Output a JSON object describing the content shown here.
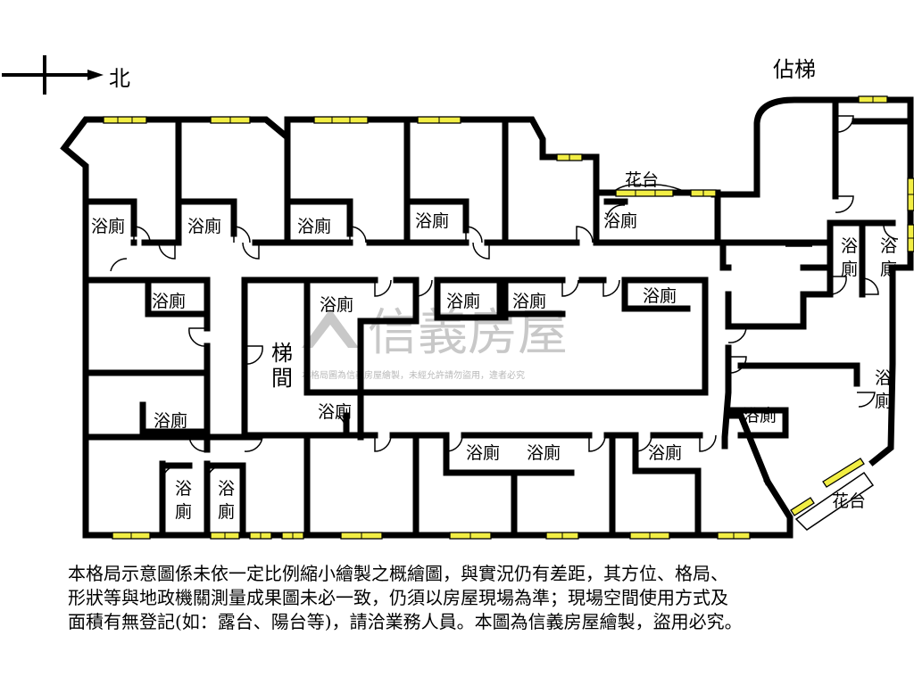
{
  "compass": {
    "label": "北"
  },
  "labels": {
    "bathroom": "浴廁",
    "bath_top": "浴",
    "bath_bottom": "廁",
    "stair_top": "梯",
    "stair_bottom": "間",
    "elevator": "佔梯",
    "flower_bed": "花台",
    "flower_bed_corner": "花台"
  },
  "watermark": {
    "brand": "信義房屋",
    "notice": "本格局圖為信義房屋繪製，未經允許請勿盜用，違者必究"
  },
  "disclaimer": "本格局示意圖係未依一定比例縮小繪製之概繪圖，與實況仍有差距，其方位、格局、\n形狀等與地政機關測量成果圖未必一致，仍須以房屋現場為準；現場空間使用方式及\n面積有無登記(如：露台、陽台等)，請洽業務人員。本圖為信義房屋繪製，盜用必究。",
  "colors": {
    "wall": "#000000",
    "window": "#f2ee44",
    "watermark": "#9a9a9a"
  }
}
